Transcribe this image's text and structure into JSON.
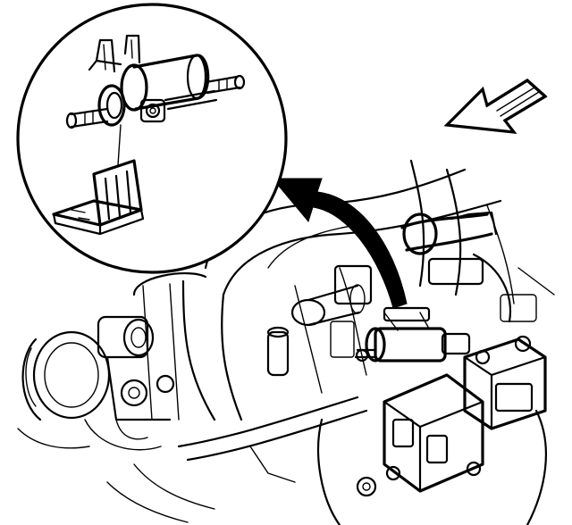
{
  "diagram": {
    "type": "technical-line-illustration",
    "style": "black line art on white",
    "colors": {
      "ink": "#000000",
      "background": "#ffffff"
    },
    "labels": [],
    "parts": [
      {
        "id": "detail-circle",
        "kind": "inset-view"
      },
      {
        "id": "fuel-component",
        "kind": "cylindrical component with bracket"
      },
      {
        "id": "callout-arrow",
        "kind": "curved arrow"
      },
      {
        "id": "direction-arrow",
        "kind": "straight block arrow"
      },
      {
        "id": "engine-manifold",
        "kind": "engine intake assembly"
      }
    ]
  }
}
